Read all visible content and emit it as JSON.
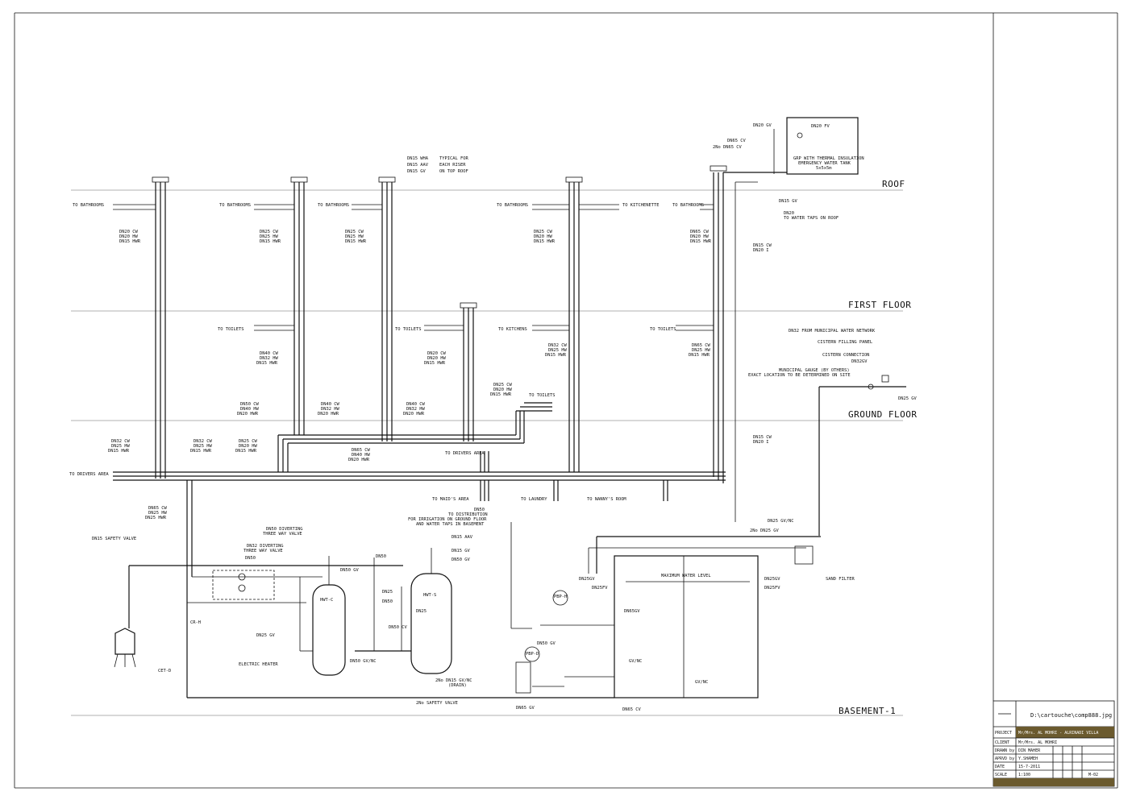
{
  "floors": {
    "roof": "ROOF",
    "first": "FIRST FLOOR",
    "ground": "GROUND FLOOR",
    "basement": "BASEMENT-1"
  },
  "roof_notes": {
    "riser_top_1": "DN15 WHA",
    "riser_top_2": "DN15 AAV",
    "riser_top_3": "DN15 GV",
    "typical_1": "TYPICAL FOR",
    "typical_2": "EACH RISER",
    "typical_3": "ON TOP ROOF",
    "dn20gv": "DN20 GV",
    "dn65cv": "DN65 CV",
    "dn65cv2": "2No DN65 CV",
    "dn20fv": "DN20 FV",
    "tank_1": "GRP WITH THERMAL INSULATION",
    "tank_2": "EMERGENCY WATER TANK",
    "tank_3": "5x5x5m",
    "dn15gv": "DN15 GV",
    "dn20a": "DN20",
    "dn20b": "TO WATER TAPS ON ROOF"
  },
  "first_floor_labels": {
    "bath1": "TO BATHROOMS",
    "bath2": "TO BATHROOMS",
    "bath3": "TO BATHROOMS",
    "bath4": "TO BATHROOMS",
    "bath5": "TO BATHROOMS",
    "kitchenette": "TO KITCHENETTE",
    "r1a": "DN20 CW",
    "r1b": "DN20 HW",
    "r1c": "DN15 HWR",
    "r2a": "DN25 CW",
    "r2b": "DN25 HW",
    "r2c": "DN15 HWR",
    "r3a": "DN25 CW",
    "r3b": "DN25 HW",
    "r3c": "DN15 HWR",
    "r4a": "DN25 CW",
    "r4b": "DN20 HW",
    "r4c": "DN15 HWR",
    "r5a": "DN65 CW",
    "r5b": "DN20 HW",
    "r5c": "DN15 HWR",
    "dn15cw": "DN15 CW",
    "dn20i": "DN20 I"
  },
  "ground_floor_labels": {
    "toilets1": "TO TOILETS",
    "toilets2": "TO TOILETS",
    "kitchens": "TO KITCHENS",
    "toilets3": "TO TOILETS",
    "toilets4": "TO TOILETS",
    "g1a": "DN40 CW",
    "g1b": "DN32 HW",
    "g1c": "DN15 HWR",
    "g2a": "DN20 CW",
    "g2b": "DN20 HW",
    "g2c": "DN15 HWR",
    "g3a": "DN32 CW",
    "g3b": "DN25 HW",
    "g3c": "DN15 HWR",
    "g4a": "DN65 CW",
    "g4b": "DN25 HW",
    "g4c": "DN15 HWR",
    "g5a": "DN25 CW",
    "g5b": "DN20 HW",
    "g5c": "DN15 HWR",
    "municipal_1": "DN32 FROM MUNICIPAL WATER NETWORK",
    "municipal_2": "CISTERN FILLING PANEL",
    "municipal_3": "CISTERN CONNECTION",
    "municipal_4": "DN32GV",
    "municipal_5": "MUNICIPAL GAUGE (BY OTHERS)",
    "municipal_6": "EXACT LOCATION TO BE DETERMINED ON SITE",
    "dn25gv": "DN25 GV",
    "dn15cw": "DN15 CW",
    "dn20i": "DN20 I"
  },
  "distribution_labels": {
    "d1a": "DN50 CW",
    "d1b": "DN40 HW",
    "d1c": "DN20 HWR",
    "d2a": "DN40 CW",
    "d2b": "DN32 HW",
    "d2c": "DN20 HWR",
    "d3a": "DN40 CW",
    "d3b": "DN32 HW",
    "d3c": "DN20 HWR",
    "d4a": "DN32 CW",
    "d4b": "DN25 HW",
    "d4c": "DN15 HWR",
    "d5a": "DN32 CW",
    "d5b": "DN25 HW",
    "d5c": "DN15 HWR",
    "d6a": "DN25 CW",
    "d6b": "DN20 HW",
    "d6c": "DN15 HWR",
    "d7a": "DN65 CW",
    "d7b": "DN40 HW",
    "d7c": "DN20 HWR",
    "drivers1": "TO DRIVERS AREA",
    "drivers2": "TO DRIVERS AREA",
    "maids": "TO MAID'S AREA",
    "laundry": "TO LAUNDRY",
    "nanny": "TO NANNY'S ROOM",
    "irr1": "DN50",
    "irr2": "TO DISTRIBUTION",
    "irr3": "FOR IRRIGATION ON GROUND FLOOR",
    "irr4": "AND WATER TAPS IN BASEMENT"
  },
  "basement_labels": {
    "b1a": "DN65 CW",
    "b1b": "DN25 HW",
    "b1c": "DN25 HWR",
    "safety": "DN15 SAFETY VALVE",
    "div1a": "DN50 DIVERTING",
    "div1b": "THREE WAY VALVE",
    "div2a": "DN32 DIVERTING",
    "div2b": "THREE WAY VALVE",
    "dn50": "DN50",
    "dn50gv": "DN50 GV",
    "dn50b": "DN50",
    "hwt1": "HWT-C",
    "hwt2": "HWT-S",
    "dn15aav": "DN15 AAV",
    "dn15gv": "DN15 GV",
    "dn50gv2": "DN50 GV",
    "dn25": "DN25",
    "dn50c": "DN50",
    "dn25b": "DN25",
    "dn50cv": "DN50 CV",
    "crh": "CR-H",
    "dn25gv": "DN25 GV",
    "heater": "ELECTRIC HEATER",
    "dn50gvnc": "DN50 GV/NC",
    "drain1": "2No DN15 GV/NC",
    "drain2": "(DRAIN)",
    "safety2": "2No SAFETY VALVE",
    "cet": "CET-D",
    "pump1": "PBP-H",
    "pump2": "PBP-D",
    "dn50gv3": "DN50 GV",
    "dn65gv": "DN65GV",
    "dn65cv": "DN65 CV",
    "dn65gv2": "DN65 GV",
    "dn25gvnc": "DN25 GV/NC",
    "dn25gv2": "2No DN25 GV",
    "sand": "SAND FILTER",
    "max": "MAXIMUM WATER LEVEL",
    "dn25gvL": "DN25GV",
    "dn25fvL": "DN25FV",
    "dn25gvR": "DN25GV",
    "dn25fvR": "DN25FV",
    "gvnc1": "GV/NC",
    "gvnc2": "GV/NC"
  },
  "title_block": {
    "filename": "D:\\cartouche\\comp888.jpg",
    "project_label": "PROJECT",
    "project_value": "Mr/Mrs. AL MOHRI - ALRINADI VILLA",
    "client_label": "CLIENT",
    "client_value": "Mr/Mrs. AL MOHRI",
    "drawn_label": "DRAWN by",
    "drawn_value": "DIN MAHER",
    "approved_label": "APRVD by",
    "approved_value": "Y.SHAMEH",
    "date_label": "DATE",
    "date_value": "15-7-2011",
    "scale_label": "SCALE",
    "scale_value": "1:100",
    "sheet_value": "M-02",
    "colors": {
      "project_bg": "#6b5a2e",
      "frame": "#111111"
    }
  }
}
